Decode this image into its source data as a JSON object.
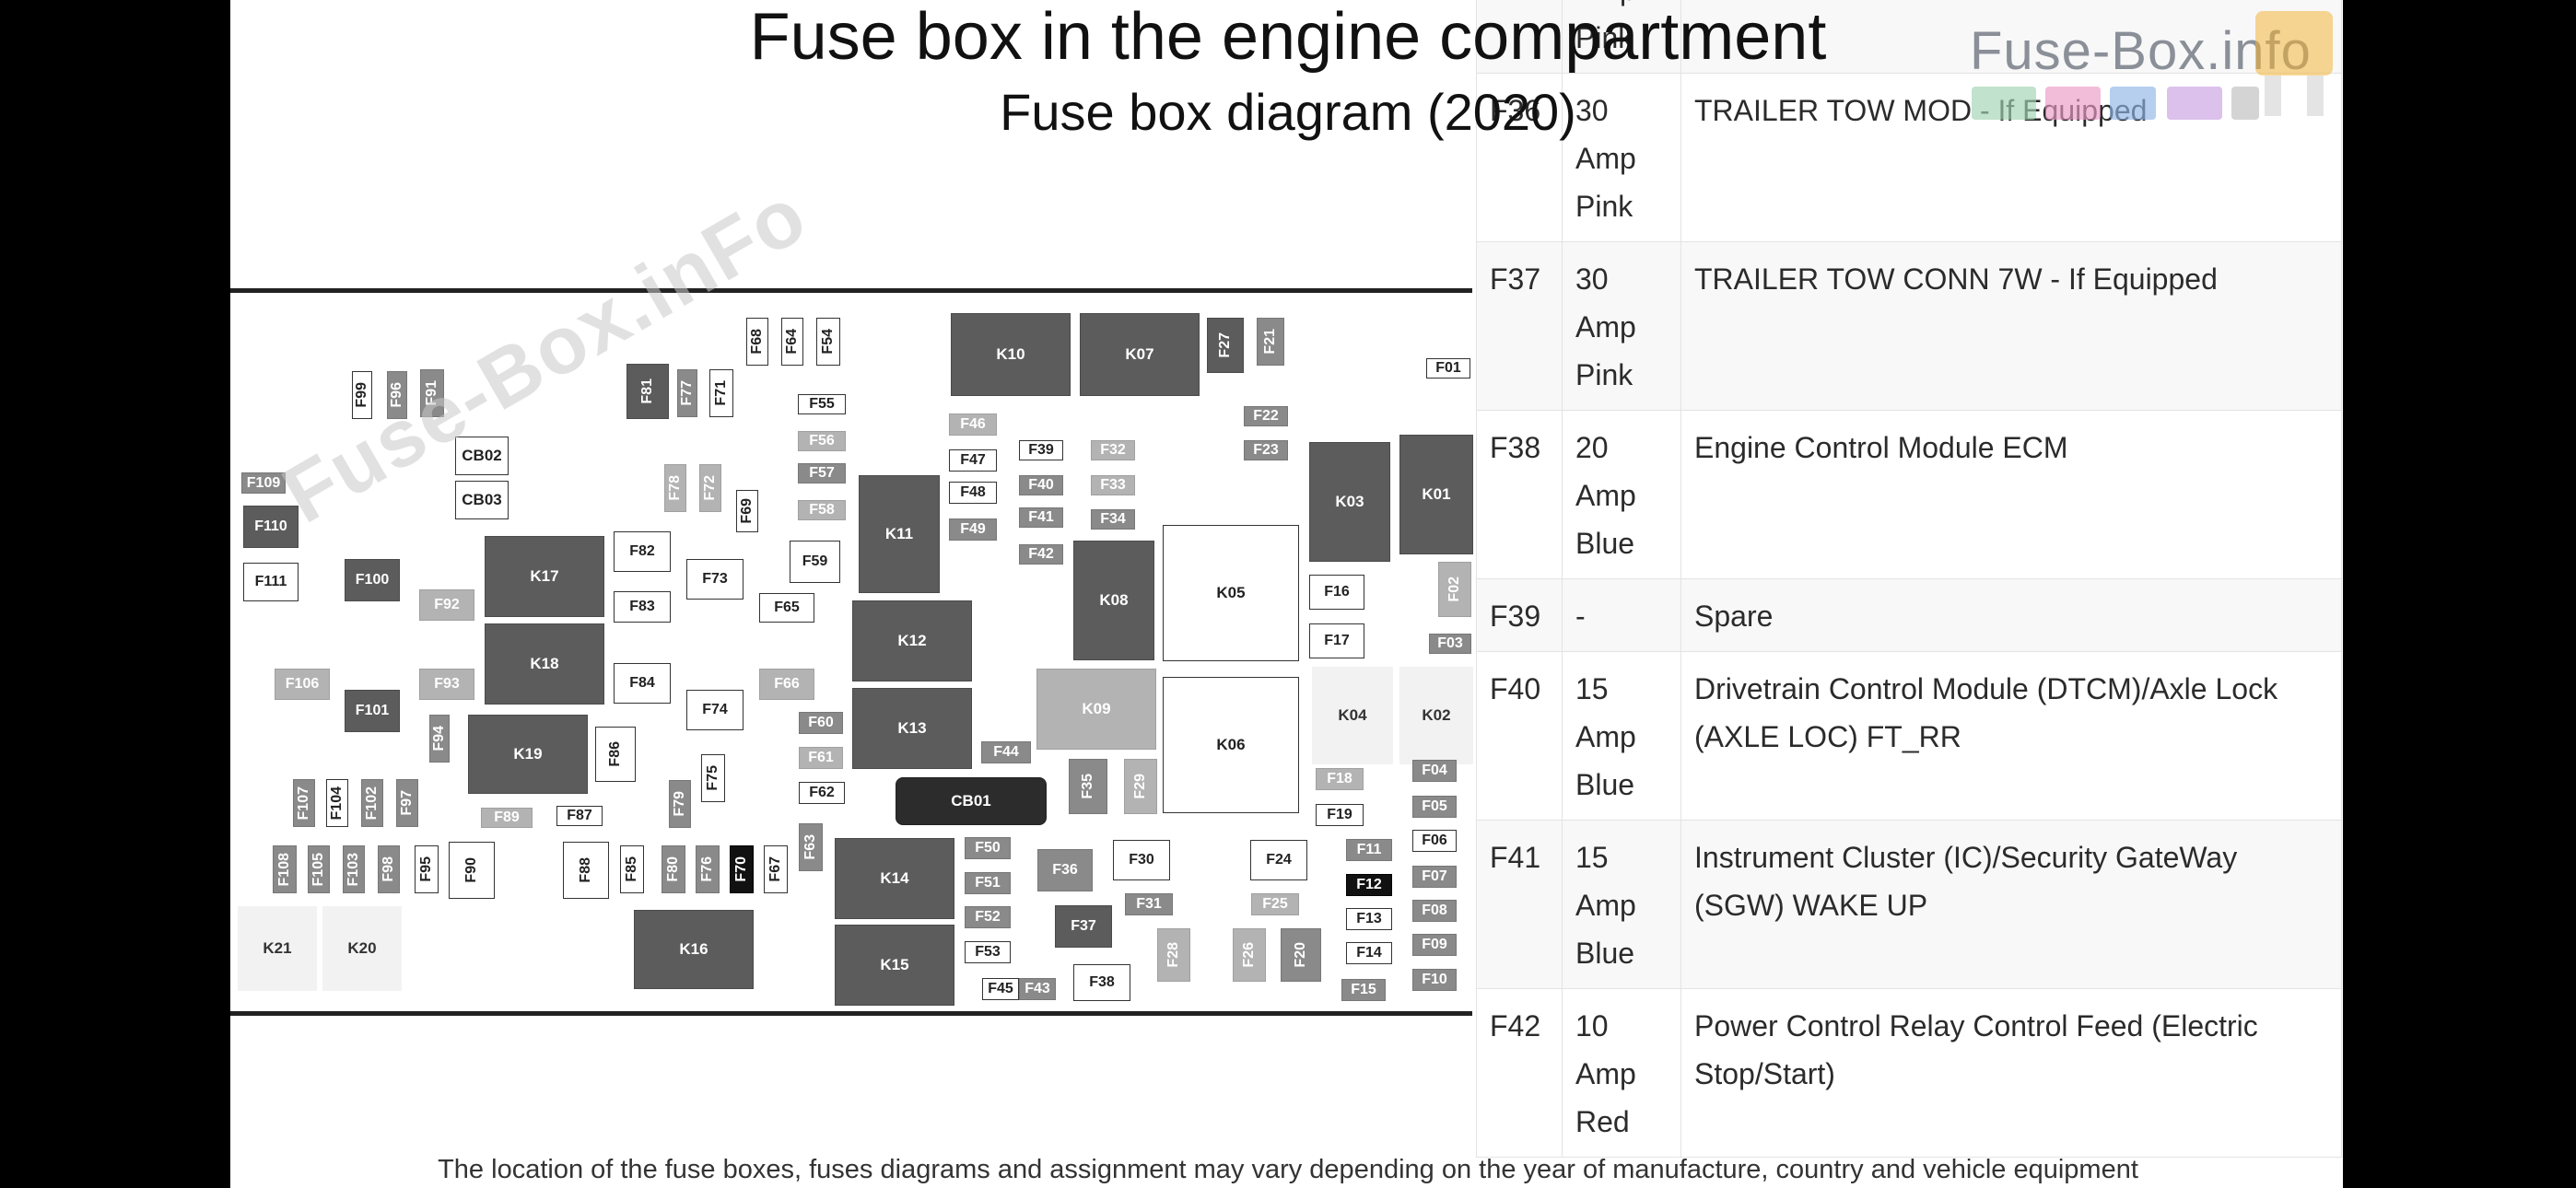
{
  "title": "Fuse box in the engine compartment",
  "subtitle": "Fuse box diagram (2020)",
  "footer": "The location of the fuse boxes, fuses diagrams and assignment may vary depending on the year of manufacture, country and vehicle equipment",
  "watermark": {
    "logo_text": "Fuse-Box.info",
    "diagonal_text": "Fuse-Box.inFo"
  },
  "fuse_table": {
    "rows": [
      {
        "fuse": "",
        "amp": [
          "Amp",
          "Pink"
        ],
        "description": ""
      },
      {
        "fuse": "F36",
        "amp": [
          "30",
          "Amp",
          "Pink"
        ],
        "description": "TRAILER TOW MOD - If Equipped"
      },
      {
        "fuse": "F37",
        "amp": [
          "30",
          "Amp",
          "Pink"
        ],
        "description": "TRAILER TOW CONN 7W - If Equipped"
      },
      {
        "fuse": "F38",
        "amp": [
          "20",
          "Amp",
          "Blue"
        ],
        "description": "Engine Control Module ECM"
      },
      {
        "fuse": "F39",
        "amp": [
          "-"
        ],
        "description": "Spare"
      },
      {
        "fuse": "F40",
        "amp": [
          "15",
          "Amp",
          "Blue"
        ],
        "description": "Drivetrain Control Module (DTCM)/Axle Lock (AXLE LOC) FT_RR"
      },
      {
        "fuse": "F41",
        "amp": [
          "15",
          "Amp",
          "Blue"
        ],
        "description": "Instrument Cluster (IC)/Security GateWay (SGW) WAKE UP"
      },
      {
        "fuse": "F42",
        "amp": [
          "10",
          "Amp",
          "Red"
        ],
        "description": "Power Control Relay Control Feed (Electric Stop/Start)"
      }
    ]
  },
  "components": [
    {
      "id": "F109",
      "t": "md"
    },
    {
      "id": "F110",
      "t": "dk"
    },
    {
      "id": "F111",
      "t": "wh"
    },
    {
      "id": "F99",
      "t": "wh",
      "v": 1
    },
    {
      "id": "F96",
      "t": "md",
      "v": 1
    },
    {
      "id": "F91",
      "t": "md",
      "v": 1
    },
    {
      "id": "CB02",
      "t": "wh"
    },
    {
      "id": "CB03",
      "t": "wh"
    },
    {
      "id": "F81",
      "t": "dk",
      "v": 1
    },
    {
      "id": "F77",
      "t": "md",
      "v": 1
    },
    {
      "id": "F71",
      "t": "wh",
      "v": 1
    },
    {
      "id": "F68",
      "t": "wh",
      "v": 1
    },
    {
      "id": "F64",
      "t": "wh",
      "v": 1
    },
    {
      "id": "F54",
      "t": "wh",
      "v": 1
    },
    {
      "id": "F55",
      "t": "wh"
    },
    {
      "id": "F56",
      "t": "lt"
    },
    {
      "id": "F57",
      "t": "md"
    },
    {
      "id": "F58",
      "t": "lt"
    },
    {
      "id": "F78",
      "t": "lt",
      "v": 1
    },
    {
      "id": "F72",
      "t": "lt",
      "v": 1
    },
    {
      "id": "F69",
      "t": "wh",
      "v": 1
    },
    {
      "id": "F100",
      "t": "dk"
    },
    {
      "id": "K17",
      "t": "dk"
    },
    {
      "id": "F82",
      "t": "wh"
    },
    {
      "id": "F73",
      "t": "wh"
    },
    {
      "id": "F59",
      "t": "wh"
    },
    {
      "id": "F92",
      "t": "lt"
    },
    {
      "id": "F83",
      "t": "wh"
    },
    {
      "id": "F65",
      "t": "wh"
    },
    {
      "id": "K11",
      "t": "dk"
    },
    {
      "id": "F106",
      "t": "lt"
    },
    {
      "id": "K18",
      "t": "dk"
    },
    {
      "id": "F93",
      "t": "lt"
    },
    {
      "id": "F84",
      "t": "wh"
    },
    {
      "id": "F66",
      "t": "lt"
    },
    {
      "id": "F101",
      "t": "dk"
    },
    {
      "id": "F74",
      "t": "wh"
    },
    {
      "id": "F94",
      "t": "md",
      "v": 1
    },
    {
      "id": "K19",
      "t": "dk"
    },
    {
      "id": "F86",
      "t": "wh",
      "v": 1
    },
    {
      "id": "F60",
      "t": "md"
    },
    {
      "id": "F61",
      "t": "lt"
    },
    {
      "id": "F75",
      "t": "wh",
      "v": 1
    },
    {
      "id": "F62",
      "t": "wh"
    },
    {
      "id": "F79",
      "t": "md",
      "v": 1
    },
    {
      "id": "F89",
      "t": "lt"
    },
    {
      "id": "F87",
      "t": "wh"
    },
    {
      "id": "F107",
      "t": "md",
      "v": 1
    },
    {
      "id": "F104",
      "t": "wh",
      "v": 1
    },
    {
      "id": "F102",
      "t": "md",
      "v": 1
    },
    {
      "id": "F97",
      "t": "md",
      "v": 1
    },
    {
      "id": "F63",
      "t": "md",
      "v": 1
    },
    {
      "id": "F108",
      "t": "md",
      "v": 1
    },
    {
      "id": "F105",
      "t": "md",
      "v": 1
    },
    {
      "id": "F103",
      "t": "md",
      "v": 1
    },
    {
      "id": "F98",
      "t": "md",
      "v": 1
    },
    {
      "id": "F95",
      "t": "wh",
      "v": 1
    },
    {
      "id": "F90",
      "t": "wh",
      "v": 1
    },
    {
      "id": "F88",
      "t": "wh",
      "v": 1
    },
    {
      "id": "F85",
      "t": "wh",
      "v": 1
    },
    {
      "id": "F80",
      "t": "md",
      "v": 1
    },
    {
      "id": "F76",
      "t": "md",
      "v": 1
    },
    {
      "id": "F70",
      "t": "bk",
      "v": 1
    },
    {
      "id": "F67",
      "t": "wh",
      "v": 1
    },
    {
      "id": "K21",
      "t": "ghost"
    },
    {
      "id": "K20",
      "t": "ghost"
    },
    {
      "id": "K16",
      "t": "dk"
    },
    {
      "id": "K10",
      "t": "dk"
    },
    {
      "id": "K07",
      "t": "dk"
    },
    {
      "id": "F27",
      "t": "dk",
      "v": 1
    },
    {
      "id": "F21",
      "t": "md",
      "v": 1
    },
    {
      "id": "F01",
      "t": "wh"
    },
    {
      "id": "F46",
      "t": "lt"
    },
    {
      "id": "F22",
      "t": "md"
    },
    {
      "id": "F47",
      "t": "wh"
    },
    {
      "id": "F39",
      "t": "wh"
    },
    {
      "id": "F32",
      "t": "lt"
    },
    {
      "id": "F23",
      "t": "md"
    },
    {
      "id": "K03",
      "t": "dk"
    },
    {
      "id": "K01",
      "t": "dk"
    },
    {
      "id": "F48",
      "t": "wh"
    },
    {
      "id": "F40",
      "t": "md"
    },
    {
      "id": "F33",
      "t": "lt"
    },
    {
      "id": "F49",
      "t": "md"
    },
    {
      "id": "F41",
      "t": "md"
    },
    {
      "id": "F34",
      "t": "md"
    },
    {
      "id": "F42",
      "t": "md"
    },
    {
      "id": "K08",
      "t": "dk"
    },
    {
      "id": "K05",
      "t": "wh"
    },
    {
      "id": "F16",
      "t": "wh"
    },
    {
      "id": "F02",
      "t": "lt",
      "v": 1
    },
    {
      "id": "K12",
      "t": "dk"
    },
    {
      "id": "F17",
      "t": "wh"
    },
    {
      "id": "F03",
      "t": "md"
    },
    {
      "id": "K09",
      "t": "lt"
    },
    {
      "id": "K04",
      "t": "ghost"
    },
    {
      "id": "K02",
      "t": "ghost"
    },
    {
      "id": "K13",
      "t": "dk"
    },
    {
      "id": "F44",
      "t": "md"
    },
    {
      "id": "K06",
      "t": "wh"
    },
    {
      "id": "F35",
      "t": "md",
      "v": 1
    },
    {
      "id": "F29",
      "t": "lt",
      "v": 1
    },
    {
      "id": "F04",
      "t": "md"
    },
    {
      "id": "F18",
      "t": "lt"
    },
    {
      "id": "CB01",
      "t": "cb"
    },
    {
      "id": "F05",
      "t": "md"
    },
    {
      "id": "F19",
      "t": "wh"
    },
    {
      "id": "F50",
      "t": "md"
    },
    {
      "id": "F06",
      "t": "wh"
    },
    {
      "id": "K14",
      "t": "dk"
    },
    {
      "id": "F36",
      "t": "md"
    },
    {
      "id": "F30",
      "t": "wh"
    },
    {
      "id": "F24",
      "t": "wh"
    },
    {
      "id": "F11",
      "t": "md"
    },
    {
      "id": "F51",
      "t": "md"
    },
    {
      "id": "F07",
      "t": "md"
    },
    {
      "id": "F12",
      "t": "bk"
    },
    {
      "id": "F52",
      "t": "md"
    },
    {
      "id": "F31",
      "t": "md"
    },
    {
      "id": "F25",
      "t": "lt"
    },
    {
      "id": "F08",
      "t": "md"
    },
    {
      "id": "F37",
      "t": "dk"
    },
    {
      "id": "F13",
      "t": "wh"
    },
    {
      "id": "F09",
      "t": "md"
    },
    {
      "id": "F53",
      "t": "wh"
    },
    {
      "id": "F28",
      "t": "lt",
      "v": 1
    },
    {
      "id": "F26",
      "t": "lt",
      "v": 1
    },
    {
      "id": "F20",
      "t": "md",
      "v": 1
    },
    {
      "id": "F14",
      "t": "wh"
    },
    {
      "id": "K15",
      "t": "dk"
    },
    {
      "id": "F10",
      "t": "md"
    },
    {
      "id": "F45",
      "t": "wh"
    },
    {
      "id": "F43",
      "t": "md"
    },
    {
      "id": "F38",
      "t": "wh"
    },
    {
      "id": "F15",
      "t": "md"
    }
  ]
}
